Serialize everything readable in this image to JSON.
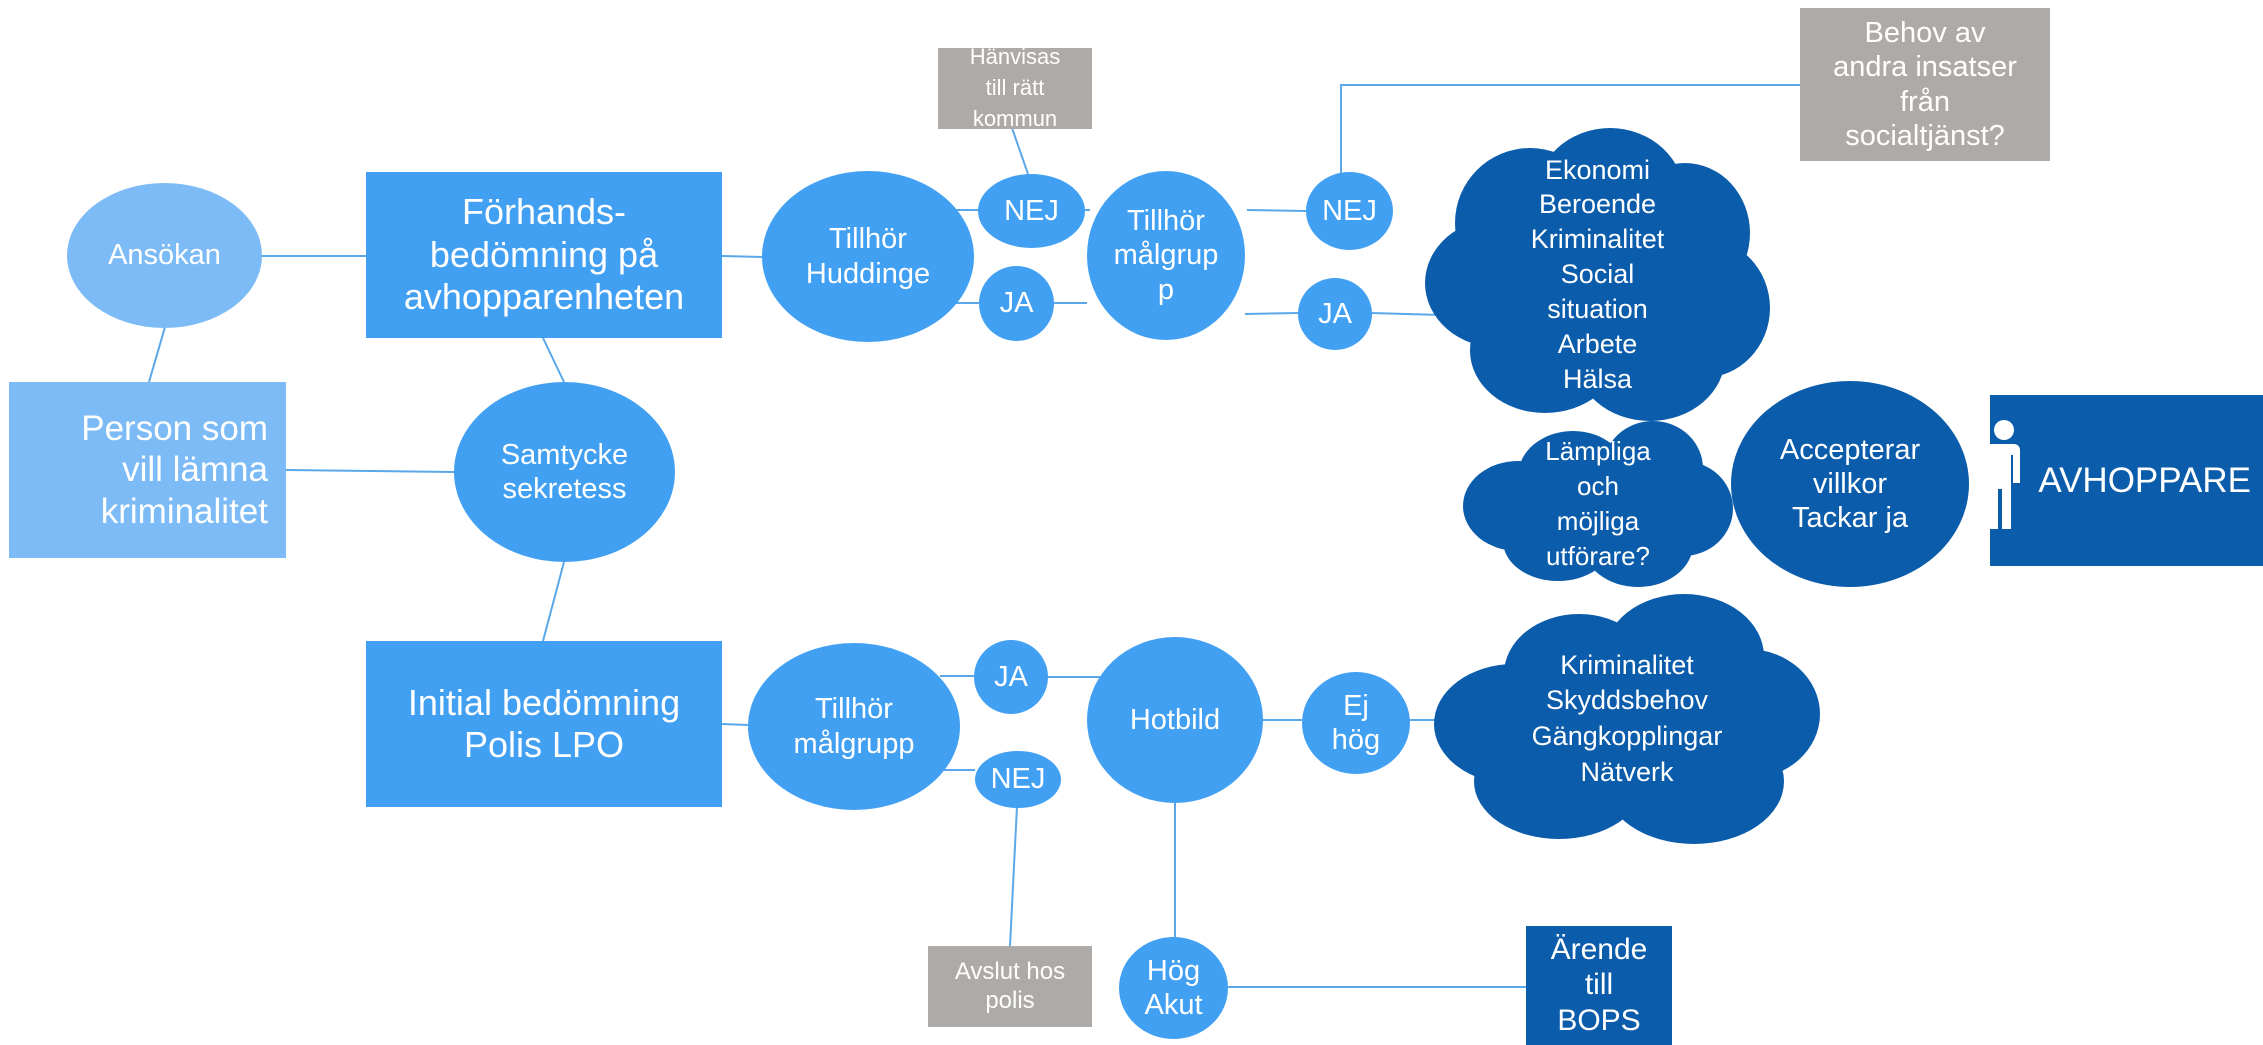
{
  "colors": {
    "light": "#7dbbf6",
    "mid": "#42a0f3",
    "dark": "#0b5cab",
    "grey": "#aeaaa7",
    "line": "#5aa8ea"
  },
  "nodes": {
    "ansokan": "Ansökan",
    "person": "Person som\nvill lämna\nkriminalitet",
    "forhandsbedomning": "Förhands-\nbedömning på\navhopparenheten",
    "samtycke": "Samtycke\nsekretess",
    "initial_bedomning": "Initial bedömning\nPolis LPO",
    "tillhor_huddinge": "Tillhör\nHuddinge",
    "hanvisas": "Hänvisas\ntill rätt\nkommun",
    "nej_top1": "NEJ",
    "ja_top1": "JA",
    "tillhor_malgrupp_top": "Tillhör\nmålgrup\np",
    "nej_top2": "NEJ",
    "ja_top2": "JA",
    "behov_andra_insatser": "Behov av\nandra insatser\nfrån\nsocialtjänst?",
    "cloud_needs": "Ekonomi\nBeroende\nKriminalitet\nSocial\nsituation\nArbete\nHälsa",
    "cloud_utforare": "Lämpliga\noch\nmöjliga\nutförare?",
    "accepterar": "Accepterar\nvillkor\nTackar ja",
    "avhoppare": "AVHOPPARE",
    "tillhor_malgrupp_bottom": "Tillhör\nmålgrupp",
    "ja_bottom": "JA",
    "nej_bottom": "NEJ",
    "hotbild": "Hotbild",
    "ej_hog": "Ej\nhög",
    "cloud_threat": "Kriminalitet\nSkyddsbehov\nGängkopplingar\nNätverk",
    "avslut_polis": "Avslut hos\npolis",
    "hog_akut": "Hög\nAkut",
    "arende_bops": "Ärende\ntill\nBOPS"
  },
  "icons": {
    "person_left": "person-icon",
    "person_right": "person-icon"
  }
}
